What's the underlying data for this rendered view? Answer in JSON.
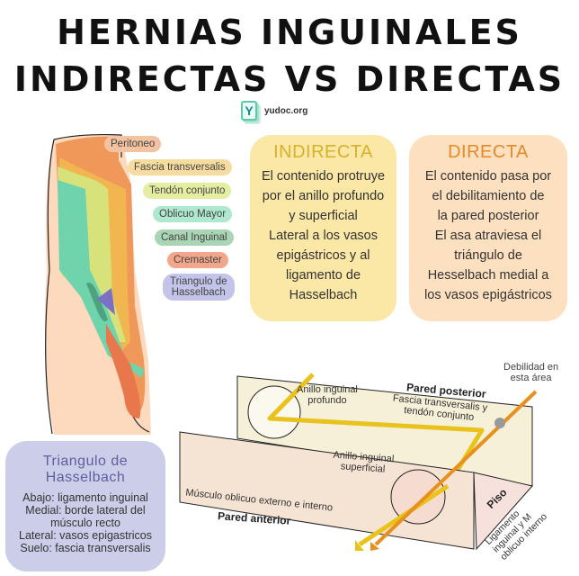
{
  "title": {
    "line1": "HERNIAS INGUINALES",
    "line2": "INDIRECTAS VS DIRECTAS"
  },
  "logo": {
    "icon": "Y",
    "text": "yudoc.org"
  },
  "legend": [
    {
      "label": "Peritoneo",
      "color": "#f3c2a0"
    },
    {
      "label": "Fascia transversalis",
      "color": "#f7dca0"
    },
    {
      "label": "Tendón conjunto",
      "color": "#e4eda2"
    },
    {
      "label": "Oblicuo Mayor",
      "color": "#aee8cf"
    },
    {
      "label": "Canal Inguinal",
      "color": "#a9d5b5"
    },
    {
      "label": "Cremaster",
      "color": "#f2a78c"
    },
    {
      "label": "Triangulo de",
      "label2": "Hasselbach",
      "color": "#c4c4ea"
    }
  ],
  "indirecta": {
    "title": "INDIRECTA",
    "lines": [
      "El contenido protruye",
      "por el anillo profundo",
      "y superficial",
      "Lateral a los vasos",
      "epigástricos y al",
      "ligamento de",
      "Hasselbach"
    ]
  },
  "directa": {
    "title": "DIRECTA",
    "lines": [
      "El contenido pasa por",
      "el debilitamiento de",
      "la pared posterior",
      "El asa atraviesa el",
      "triángulo de",
      "Hesselbach medial a",
      "los vasos epigástricos"
    ]
  },
  "triangulo": {
    "title1": "Triangulo de",
    "title2": "Hasselbach",
    "lines": [
      "Abajo: ligamento inguinal",
      "Medial: borde lateral del",
      "músculo recto",
      "Lateral: vasos epigastricos",
      "Suelo: fascia transversalis"
    ]
  },
  "diagram": {
    "anillo_profundo_1": "Anillo inguinal",
    "anillo_profundo_2": "profundo",
    "pared_posterior": "Pared posterior",
    "fascia_1": "Fascia transversalis y",
    "fascia_2": "tendón conjunto",
    "debilidad_1": "Debilidad en",
    "debilidad_2": "esta área",
    "anillo_superficial_1": "Anillo inguinal",
    "anillo_superficial_2": "superficial",
    "musculo": "Músculo oblicuo externo e interno",
    "pared_anterior": "Pared anterior",
    "piso": "Piso",
    "ligamento_1": "Ligamento",
    "ligamento_2": "inguinal y M",
    "ligamento_3": "oblicuo interno"
  },
  "colors": {
    "indirect_path": "#e9c21c",
    "direct_path": "#e8901e",
    "posterior_wall": "#f6f0d8",
    "anterior_wall": "#f5e3d3"
  }
}
